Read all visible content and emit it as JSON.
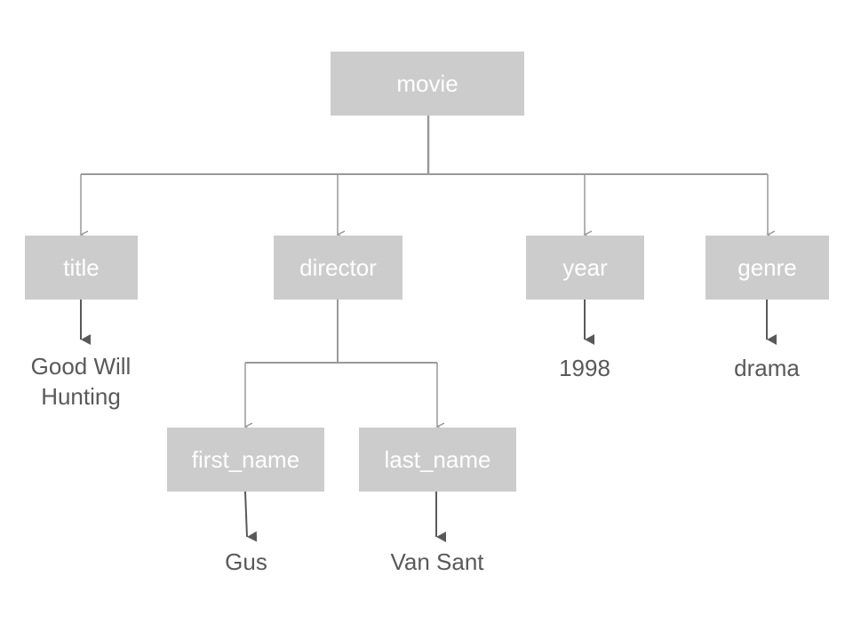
{
  "nodes": {
    "movie": "movie",
    "title": "title",
    "director": "director",
    "year": "year",
    "genre": "genre",
    "first_name": "first_name",
    "last_name": "last_name"
  },
  "values": {
    "title_line1": "Good Will",
    "title_line2": "Hunting",
    "year": "1998",
    "genre": "drama",
    "first_name": "Gus",
    "last_name": "Van Sant"
  },
  "colors": {
    "node_fill": "#cccccc",
    "node_text": "#ffffff",
    "leaf_text": "#595959",
    "connector": "#999999",
    "value_arrow": "#595959"
  }
}
